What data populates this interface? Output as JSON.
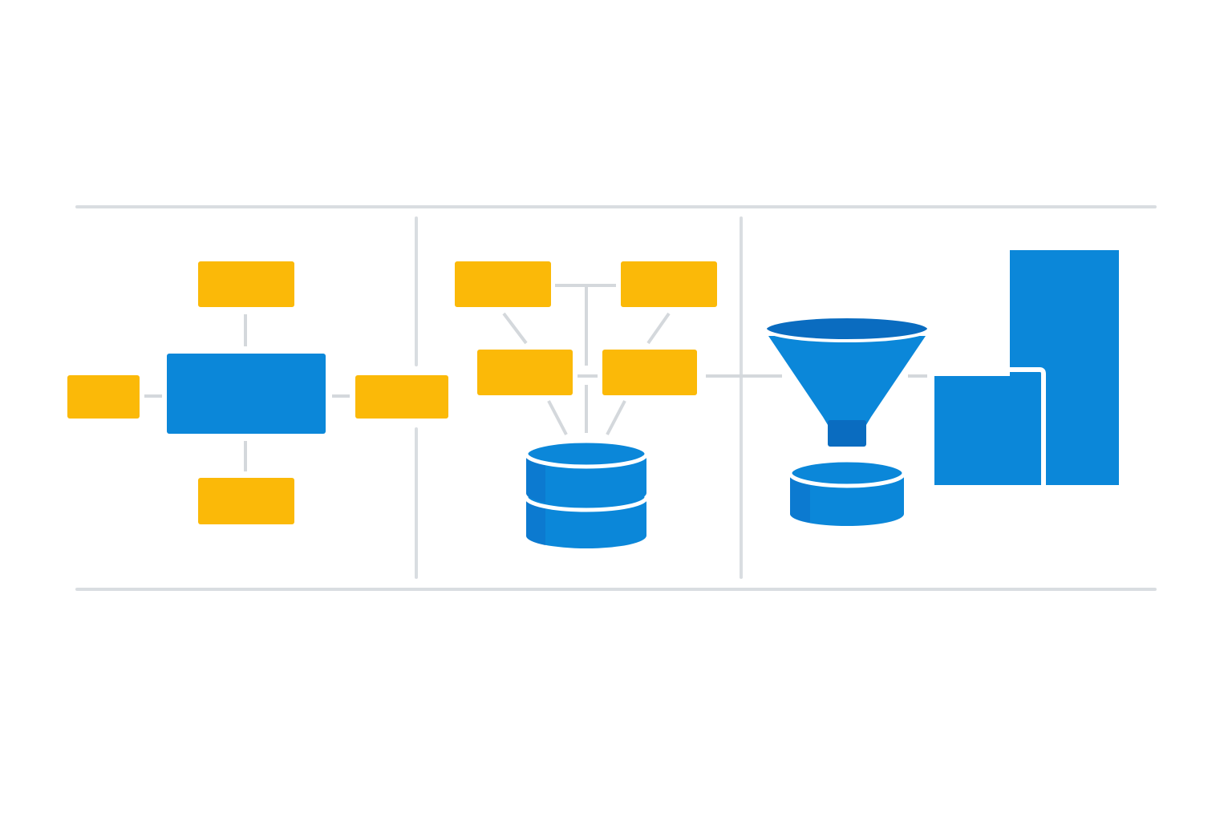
{
  "colors": {
    "background": "#ffffff",
    "divider": "#d9dde1",
    "connector": "#d4d8dc",
    "yellow_box": "#fbb908",
    "blue_box": "#0b87d9",
    "blue_dark": "#0a6cc0",
    "blue_side": "#0c7ad0",
    "white_stroke": "#ffffff"
  },
  "diagram": {
    "panels": [
      {
        "name": "hub-and-spoke",
        "hub": "blue-box",
        "spokes": 4
      },
      {
        "name": "data-integration",
        "sources": 4,
        "target": "database-icon"
      },
      {
        "name": "data-filtering-and-reporting",
        "parts": [
          "funnel-icon",
          "database-icon",
          "bar-chart-icon"
        ]
      }
    ]
  }
}
